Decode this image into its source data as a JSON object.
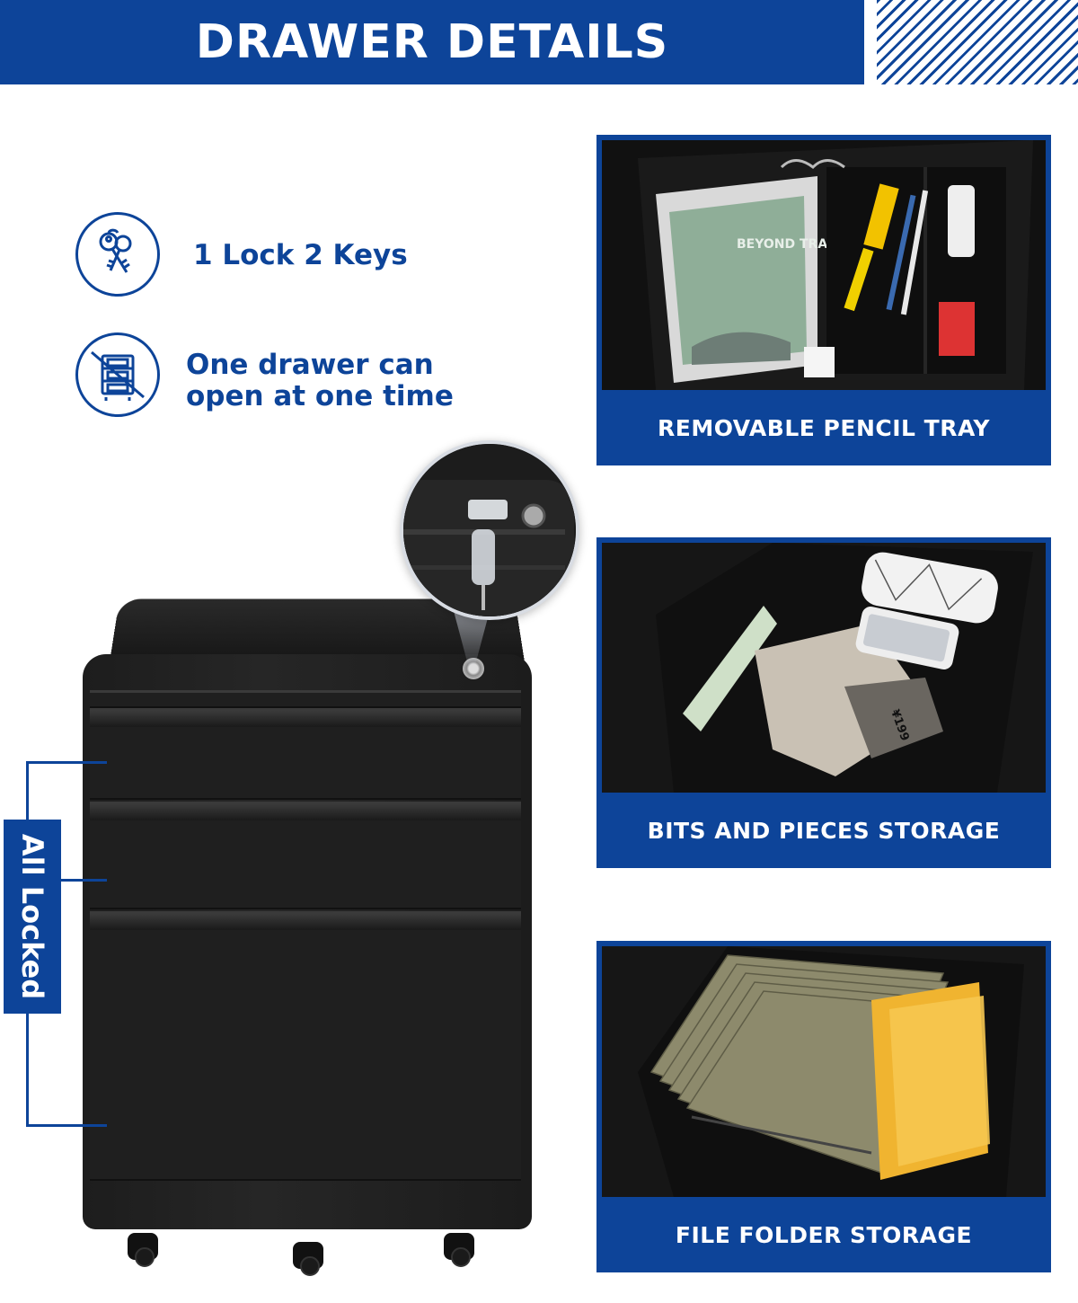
{
  "header": {
    "title": "DRAWER DETAILS"
  },
  "features": [
    {
      "icon": "keys-icon",
      "label": "1 Lock 2 Keys"
    },
    {
      "icon": "crossed-drawers-icon",
      "label_line1": "One drawer can",
      "label_line2": "open at one time"
    }
  ],
  "cabinet": {
    "locked_label": "All Locked"
  },
  "panels": [
    {
      "caption": "REMOVABLE PENCIL TRAY",
      "photo": "pencil-tray-photo",
      "book_text": "BEYOND TRAVEL"
    },
    {
      "caption": "BITS AND PIECES STORAGE",
      "photo": "bits-and-pieces-photo",
      "price_text": "¥199"
    },
    {
      "caption": "FILE FOLDER STORAGE",
      "photo": "file-folders-photo"
    }
  ],
  "colors": {
    "brand_blue": "#0d4499",
    "cabinet_black": "#1f1f1f"
  }
}
